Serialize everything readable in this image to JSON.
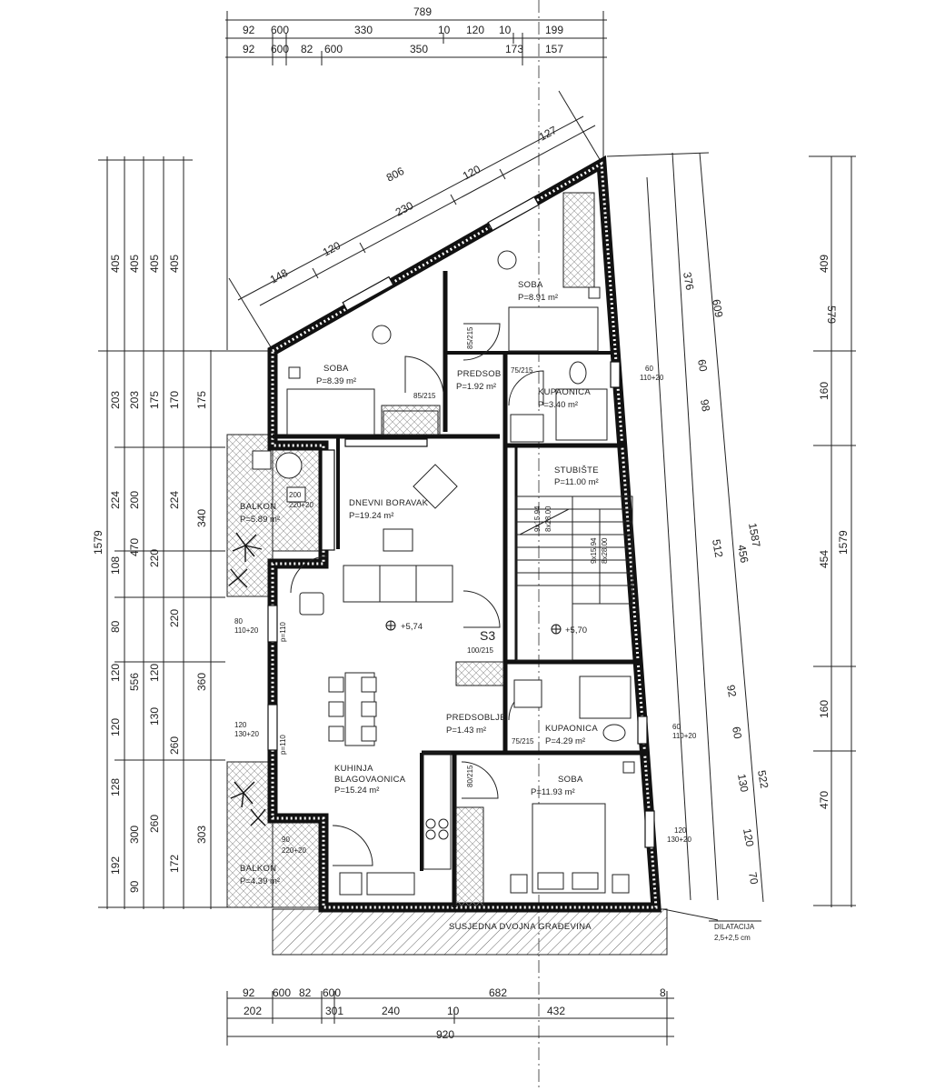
{
  "dims": {
    "top": {
      "total": "789",
      "row1": [
        "92",
        "600",
        "330",
        "10",
        "120",
        "10",
        "199"
      ],
      "row2": [
        "92",
        "600",
        "82",
        "600",
        "350",
        "173",
        "157"
      ]
    },
    "diagonal": {
      "total": "806",
      "segments": [
        "148",
        "120",
        "230",
        "120",
        "127"
      ]
    },
    "left": {
      "total": "1579",
      "upper": [
        "405",
        "405",
        "405",
        "405"
      ],
      "mid": [
        "203",
        "203",
        "175",
        "170",
        "175"
      ],
      "col1": [
        "224",
        "108",
        "80",
        "120",
        "120",
        "128",
        "192"
      ],
      "col2": [
        "200",
        "470",
        "556",
        "300",
        "90"
      ],
      "col3": [
        "220",
        "120",
        "130",
        "260"
      ],
      "col4": [
        "224",
        "220",
        "260",
        "172"
      ],
      "col5": [
        "340",
        "360",
        "303"
      ]
    },
    "right": {
      "total": "1579",
      "outer": [
        "409",
        "579",
        "160",
        "454",
        "160",
        "470"
      ],
      "diag1": [
        "376",
        "60",
        "98",
        "512",
        "92",
        "60",
        "130",
        "120",
        "70"
      ],
      "diag2": [
        "609",
        "456",
        "522"
      ],
      "diag3": [
        "1587"
      ]
    },
    "bottom": {
      "row1": [
        "92",
        "600",
        "82",
        "600",
        "682",
        "8"
      ],
      "row2": [
        "202",
        "301",
        "240",
        "10",
        "432"
      ],
      "total": "920"
    }
  },
  "rooms": [
    {
      "name": "SOBA",
      "area": "P=8.39 m²"
    },
    {
      "name": "SOBA",
      "area": "P=8.91 m²"
    },
    {
      "name": "PREDSOB",
      "area": "P=1.92 m²"
    },
    {
      "name": "KUPAONICA",
      "area": "P=3.40 m²"
    },
    {
      "name": "STUBIŠTE",
      "area": "P=11.00 m²"
    },
    {
      "name": "BALKON",
      "area": "P=5.89 m²"
    },
    {
      "name": "DNEVNI BORAVAK",
      "area": "P=19.24 m²"
    },
    {
      "name": "PREDSOBLJE",
      "area": "P=1.43 m²"
    },
    {
      "name": "KUPAONICA",
      "area": "P=4.29 m²"
    },
    {
      "name": "KUHINJA",
      "name2": "BLAGOVAONICA",
      "area": "P=15.24 m²"
    },
    {
      "name": "SOBA",
      "area": "P=11.93 m²"
    },
    {
      "name": "BALKON",
      "area": "P=4.39 m²"
    }
  ],
  "stairs": {
    "flight1": "9x15.94",
    "flight2": "8x28.00",
    "flight3": "9x15.94",
    "flight4": "8x28.00"
  },
  "labels": {
    "stair_code": "S3",
    "elevation_living": "+5,74",
    "elevation_stair": "+5,70",
    "neighbour": "SUSJEDNA DVOJNA GRAĐEVINA",
    "dilatation": "DILATACIJA",
    "dilatation_size": "2,5+2,5 cm"
  },
  "openings": [
    "85/215",
    "85/215",
    "75/215",
    "100/215",
    "75/215",
    "80/215",
    "80",
    "110+20",
    "120",
    "130+20",
    "90",
    "220+20",
    "200",
    "220+20",
    "60",
    "110+20",
    "60",
    "110+20",
    "120",
    "130+20",
    "p=110",
    "p=110"
  ]
}
